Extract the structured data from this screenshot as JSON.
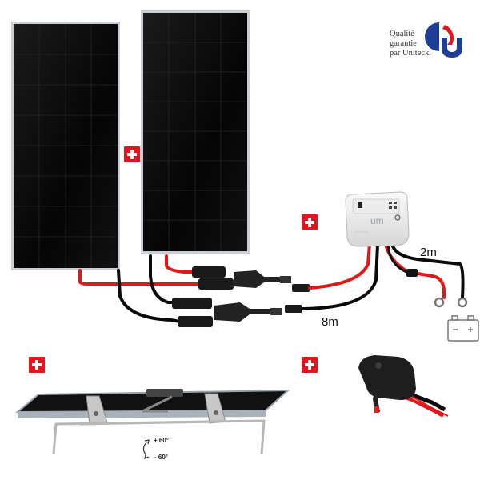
{
  "quality_badge": {
    "line1": "Qualité",
    "line2": "garantie",
    "line3": "par Uniteck.",
    "logo_icon": "uniteck-logo-icon",
    "colors": [
      "#1f3f96",
      "#e3141b",
      "#ffffff"
    ]
  },
  "labels": {
    "cable_controller_battery": "2m",
    "cable_panels_controller": "8m",
    "tilt_up": "+ 60°",
    "tilt_down": "- 60°"
  },
  "controller": {
    "brand": "um"
  },
  "icons": [
    "solar-panel-icon",
    "plus-icon",
    "charge-controller-icon",
    "battery-icon",
    "mc4-connector-icon",
    "mounting-bracket-icon",
    "junction-box-icon",
    "rotation-arrow-icon"
  ],
  "colors": {
    "accent": "#e3141b",
    "cable_red": "#e01818",
    "cable_black": "#0a0a0a",
    "panel": "#0c0c0c"
  }
}
